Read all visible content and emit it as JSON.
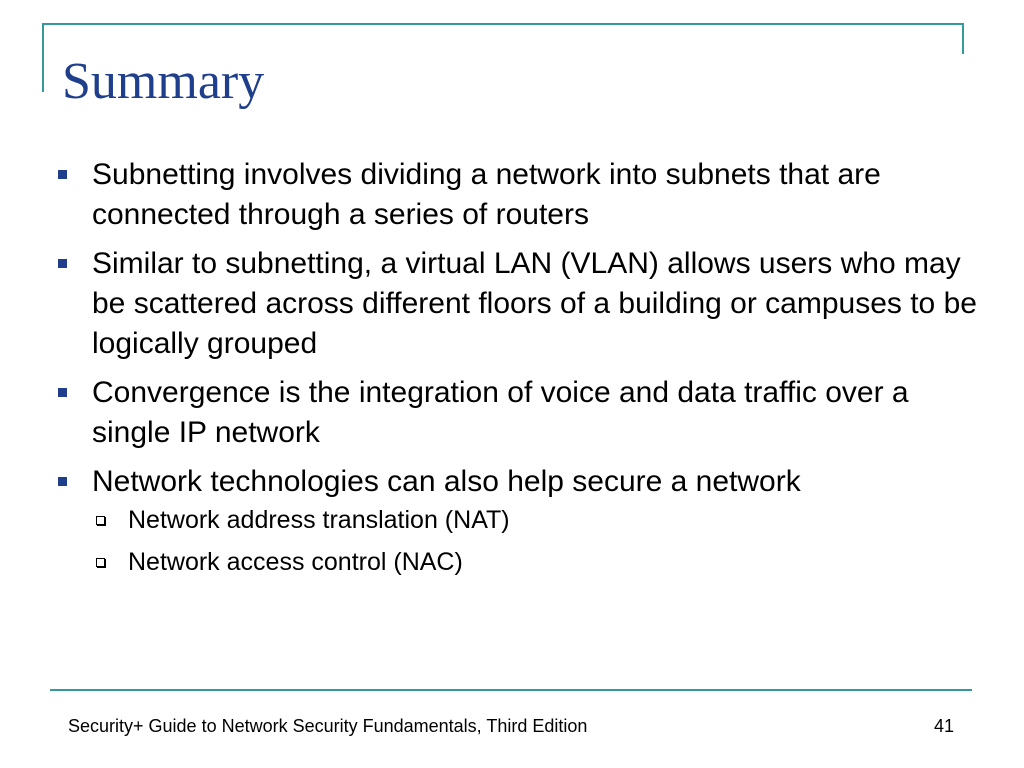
{
  "colors": {
    "accent": "#339999",
    "title": "#1f3f8c",
    "bullet": "#1f3f8c"
  },
  "slide": {
    "title": "Summary",
    "bullets": [
      {
        "text": "Subnetting involves dividing a network into subnets that are connected through a series of routers"
      },
      {
        "text": "Similar to subnetting, a virtual LAN (VLAN) allows users who may be scattered across different floors of a building or campuses to be logically grouped"
      },
      {
        "text": "Convergence is the integration of voice and data traffic over a single IP network"
      },
      {
        "text": "Network technologies can also help secure a network",
        "sub_bullets": [
          "Network address translation (NAT)",
          "Network access control (NAC)"
        ]
      }
    ]
  },
  "footer": {
    "text": "Security+ Guide to Network Security Fundamentals, Third Edition",
    "page_number": "41"
  }
}
